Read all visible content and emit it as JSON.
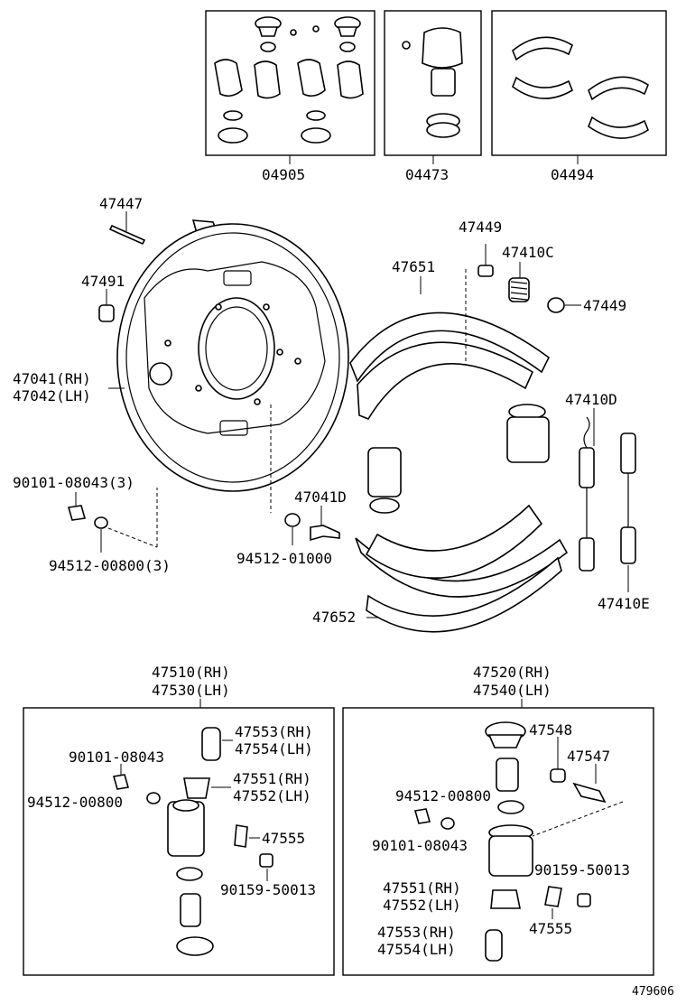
{
  "kits": {
    "kit_04905": "04905",
    "kit_04473": "04473",
    "kit_04494": "04494"
  },
  "parts": {
    "p47447": "47447",
    "p47491": "47491",
    "p47041": "47041(RH)",
    "p47042": "47042(LH)",
    "p90101_3": "90101-08043(3)",
    "p94512_00800_3": "94512-00800(3)",
    "p94512_01000": "94512-01000",
    "p47041D": "47041D",
    "p47651": "47651",
    "p47449_top": "47449",
    "p47410C": "47410C",
    "p47449_right": "47449",
    "p47410D": "47410D",
    "p47410E": "47410E",
    "p47652": "47652"
  },
  "left_box": {
    "header_rh": "47510(RH)",
    "header_lh": "47530(LH)",
    "p47553": "47553(RH)",
    "p47554": "47554(LH)",
    "p90101": "90101-08043",
    "p47551": "47551(RH)",
    "p47552": "47552(LH)",
    "p94512": "94512-00800",
    "p47555": "47555",
    "p90159": "90159-50013"
  },
  "right_box": {
    "header_rh": "47520(RH)",
    "header_lh": "47540(LH)",
    "p47548": "47548",
    "p47547": "47547",
    "p94512": "94512-00800",
    "p90101": "90101-08043",
    "p90159": "90159-50013",
    "p47551": "47551(RH)",
    "p47552": "47552(LH)",
    "p47555": "47555",
    "p47553": "47553(RH)",
    "p47554": "47554(LH)"
  },
  "diagram_id": "479606"
}
